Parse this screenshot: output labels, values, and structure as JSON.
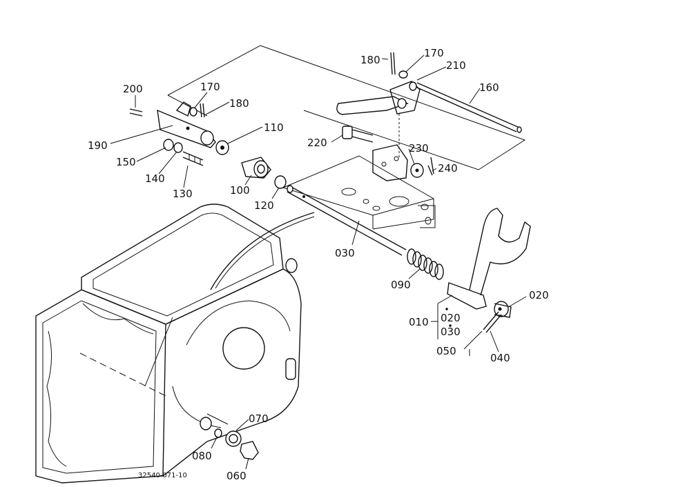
{
  "diagram": {
    "drawing_number": "32540-071-10",
    "part_labels": [
      {
        "id": "p180a",
        "text": "180"
      },
      {
        "id": "p170a",
        "text": "170"
      },
      {
        "id": "p210",
        "text": "210"
      },
      {
        "id": "p160",
        "text": "160"
      },
      {
        "id": "p200",
        "text": "200"
      },
      {
        "id": "p170b",
        "text": "170"
      },
      {
        "id": "p180b",
        "text": "180"
      },
      {
        "id": "p190",
        "text": "190"
      },
      {
        "id": "p110",
        "text": "110"
      },
      {
        "id": "p150",
        "text": "150"
      },
      {
        "id": "p140",
        "text": "140"
      },
      {
        "id": "p130",
        "text": "130"
      },
      {
        "id": "p100",
        "text": "100"
      },
      {
        "id": "p120",
        "text": "120"
      },
      {
        "id": "p220",
        "text": "220"
      },
      {
        "id": "p230",
        "text": "230"
      },
      {
        "id": "p240",
        "text": "240"
      },
      {
        "id": "p030a",
        "text": "030"
      },
      {
        "id": "p090",
        "text": "090"
      },
      {
        "id": "p020a",
        "text": "020"
      },
      {
        "id": "p010",
        "text": "010"
      },
      {
        "id": "p020b",
        "text": "020"
      },
      {
        "id": "p030b",
        "text": "030"
      },
      {
        "id": "p050",
        "text": "050"
      },
      {
        "id": "p040",
        "text": "040"
      },
      {
        "id": "p070",
        "text": "070"
      },
      {
        "id": "p080",
        "text": "080"
      },
      {
        "id": "p060",
        "text": "060"
      }
    ]
  }
}
